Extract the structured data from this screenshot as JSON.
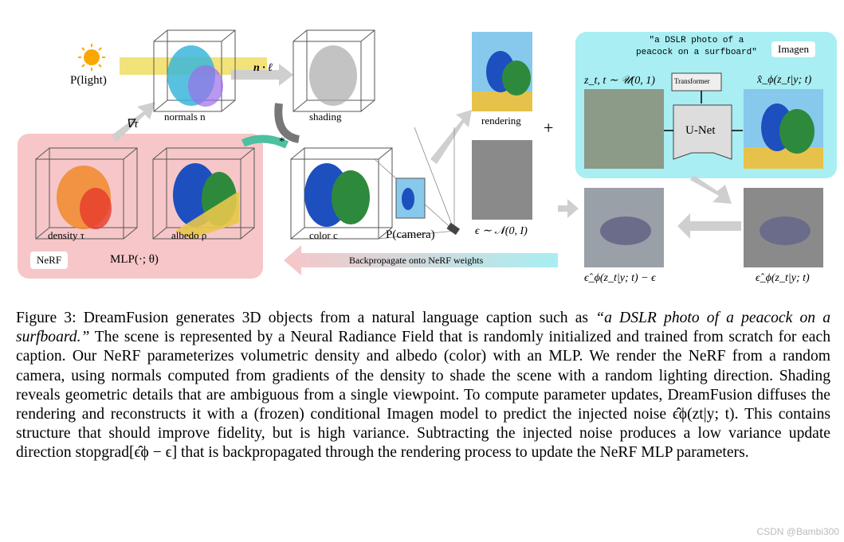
{
  "figure": {
    "light_label": "P(light)",
    "normals_label": "normals n",
    "n_dot_l": "n · ℓ",
    "shading_label": "shading",
    "grad_label": "∇τ",
    "density_label": "density τ",
    "albedo_label": "albedo ρ",
    "nerf_label": "NeRF",
    "mlp_label": "MLP(·; θ)",
    "color_label": "color c",
    "camera_label": "P(camera)",
    "rendering_label": "rendering",
    "plus": "+",
    "noise_label": "ϵ ∼ 𝒩(0, I)",
    "backprop_label": "Backpropagate onto NeRF weights",
    "prompt_text": "\"a DSLR photo of a\npeacock on a surfboard\"",
    "imagen_label": "Imagen",
    "zt_label": "z_t, t ∼ 𝒰(0, 1)",
    "transformer_label": "Transformer",
    "unet_label": "U-Net",
    "xhat_label": "x̂_ϕ(z_t|y; t)",
    "eps_minus_label": "ϵ̂_ϕ(z_t|y; t) − ϵ",
    "eps_hat_label": "ϵ̂_ϕ(z_t|y; t)",
    "star": "*"
  },
  "caption": {
    "prefix": "Figure 3: DreamFusion generates 3D objects from a natural language caption such as ",
    "quote": "“a DSLR photo of a peacock on a surfboard.”",
    "body": " The scene is represented by a Neural Radiance Field that is randomly initialized and trained from scratch for each caption. Our NeRF parameterizes volumetric density and albedo (color) with an MLP. We render the NeRF from a random camera, using normals computed from gradients of the density to shade the scene with a random lighting direction. Shading reveals geometric details that are ambiguous from a single viewpoint. To compute parameter updates, DreamFusion diffuses the rendering and reconstructs it with a (frozen) conditional Imagen model to predict the injected noise ϵ̂ϕ(zt|y; t). This contains structure that should improve fidelity, but is high variance. Subtracting the injected noise produces a low variance update direction stopgrad[ϵ̂ϕ − ϵ] that is backpropagated through the rendering process to update the NeRF MLP parameters."
  },
  "watermark": "CSDN @Bambi300",
  "colors": {
    "nerf_panel": "#f7c6c8",
    "imagen_panel": "#a8eef2",
    "arrow_gray": "#cfcfcf",
    "light_beam": "#f2e27a"
  }
}
